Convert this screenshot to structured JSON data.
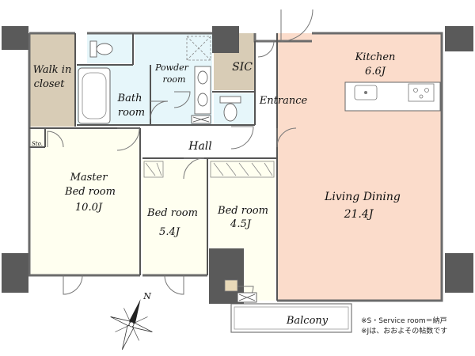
{
  "rooms": {
    "walk_in_closet": {
      "line1": "Walk in",
      "line2": "closet"
    },
    "bath": {
      "line1": "Bath",
      "line2": "room"
    },
    "powder": {
      "line1": "Powder",
      "line2": "room"
    },
    "sic": {
      "label": "SIC"
    },
    "entrance": {
      "label": "Entrance"
    },
    "kitchen": {
      "label": "Kitchen",
      "size": "6.6J"
    },
    "storage": {
      "label": "Sto."
    },
    "hall": {
      "label": "Hall"
    },
    "master": {
      "line1": "Master",
      "line2": "Bed room",
      "size": "10.0J"
    },
    "bed1": {
      "label": "Bed room",
      "size": "5.4J"
    },
    "bed2": {
      "label": "Bed room",
      "size": "4.5J"
    },
    "living": {
      "label": "Living Dining",
      "size": "21.4J"
    },
    "balcony": {
      "label": "Balcony"
    }
  },
  "compass": {
    "north": "N"
  },
  "notes": {
    "line1": "※S・Service room＝納戸",
    "line2": "※Jは、おおよその帖数です"
  },
  "colors": {
    "closet": "#d8ccb6",
    "sic": "#d8ccb6",
    "living": "#fbdccb",
    "bedroom": "#fffff0",
    "wet": "#e6f6fa",
    "wall": "#6b6b6b",
    "pillar": "#5a5a5a",
    "outline": "#444444"
  }
}
